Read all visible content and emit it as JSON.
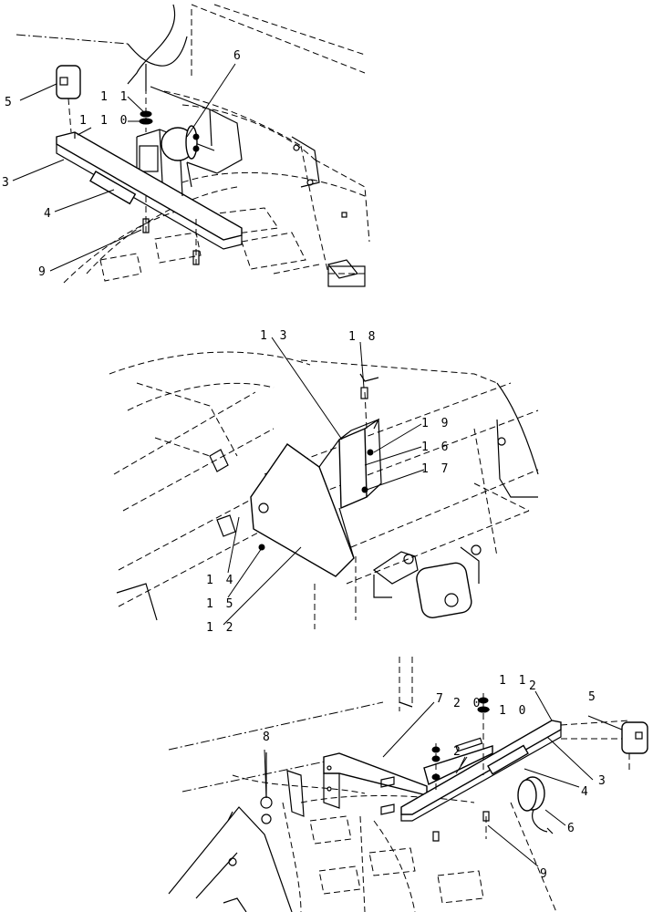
{
  "callouts": {
    "top": [
      "5",
      "1 1",
      "1 0",
      "1",
      "3",
      "4",
      "9",
      "6"
    ],
    "middle": [
      "1 3",
      "1 8",
      "1 9",
      "1 6",
      "1 7",
      "1 4",
      "1 5",
      "1 2"
    ],
    "bottom": [
      "7",
      "2 0",
      "1 1",
      "2",
      "5",
      "1 0",
      "8",
      "2",
      "4",
      "3",
      "6",
      "9"
    ]
  }
}
